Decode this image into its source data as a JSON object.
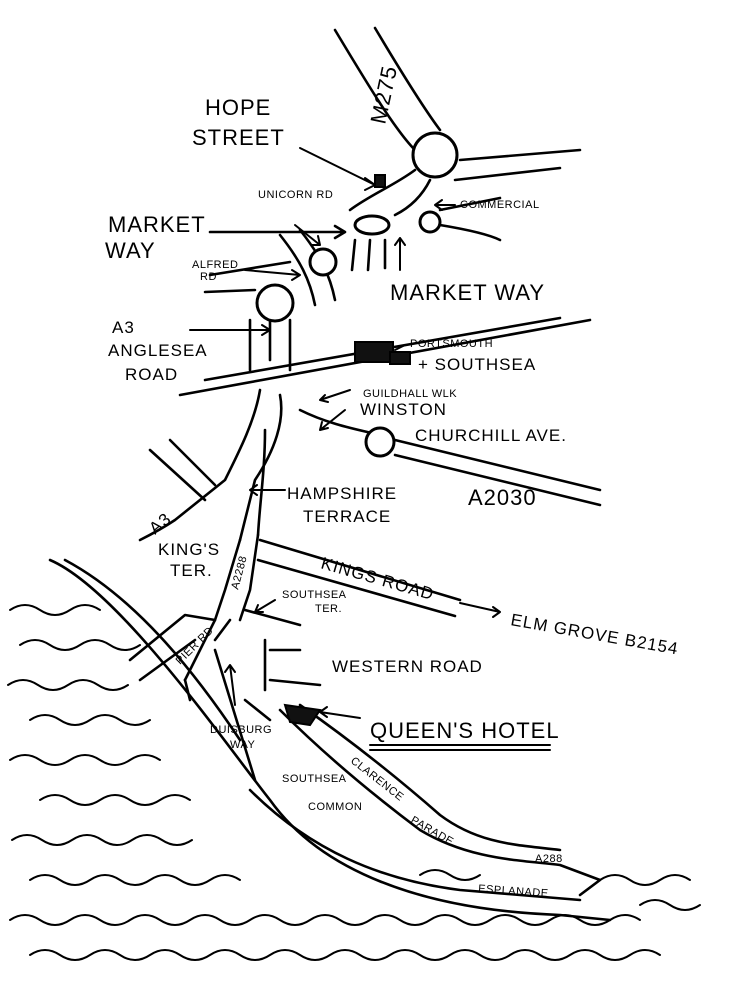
{
  "labels": {
    "m275": "M275",
    "hope_street_1": "HOPE",
    "hope_street_2": "STREET",
    "unicorn_rd": "UNICORN RD",
    "commercial": "COMMERCIAL",
    "market_way_left_1": "MARKET",
    "market_way_left_2": "WAY",
    "alfred_rd_1": "ALFRED",
    "alfred_rd_2": "RD",
    "market_way_right": "MARKET WAY",
    "a3_anglesea_1": "A3",
    "a3_anglesea_2": "ANGLESEA",
    "a3_anglesea_3": "ROAD",
    "portsmouth_1": "PORTSMOUTH",
    "portsmouth_2": "+ SOUTHSEA",
    "guildhall_walk": "GUILDHALL WLK",
    "winston_1": "WINSTON",
    "winston_2": "CHURCHILL AVE.",
    "hampshire_1": "HAMPSHIRE",
    "hampshire_2": "TERRACE",
    "a2030": "A2030",
    "a3_lower": "A3",
    "kings_ter_1": "KING'S",
    "kings_ter_2": "TER.",
    "a2288": "A2288",
    "kings_road": "KINGS ROAD",
    "southsea_ter_1": "SOUTHSEA",
    "southsea_ter_2": "TER.",
    "elm_grove": "ELM GROVE  B2154",
    "pier_rd": "PIER RD",
    "western_road": "WESTERN ROAD",
    "duisburg_1": "DUISBURG",
    "duisburg_2": "WAY",
    "queens_hotel": "QUEEN'S HOTEL",
    "clarence": "CLARENCE",
    "southsea_common_1": "SOUTHSEA",
    "southsea_common_2": "COMMON",
    "parade": "PARADE",
    "a288": "A288",
    "esplanade": "ESPLANADE"
  }
}
